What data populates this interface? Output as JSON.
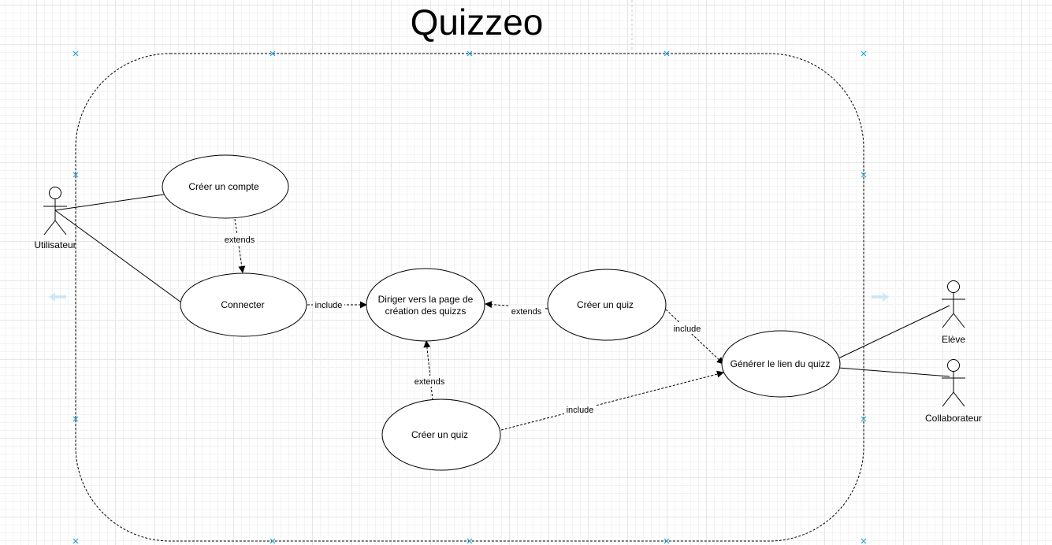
{
  "diagram": {
    "title": "Quizzeo",
    "use_cases": {
      "creer_compte": "Créer un compte",
      "connecter": "Connecter",
      "diriger_line1": "Diriger vers la page de",
      "diriger_line2": "création des quizzs",
      "creer_quiz_right": "Créer un quiz",
      "creer_quiz_bottom": "Créer un quiz",
      "generer_lien": "Générer le lien du quizz"
    },
    "actors": {
      "utilisateur": "Utilisateur",
      "eleve": "Elève",
      "collaborateur": "Collaborateur"
    },
    "relations": {
      "compte_to_connecter": "extends",
      "connecter_to_diriger": "include",
      "quizright_to_diriger": "extends",
      "quizright_to_generer": "include",
      "quizbottom_to_diriger": "extends",
      "quizbottom_to_generer": "include"
    },
    "colors": {
      "line": "#000000",
      "selection_handle": "#29a3e0",
      "grid": "#e6e6e6"
    }
  }
}
